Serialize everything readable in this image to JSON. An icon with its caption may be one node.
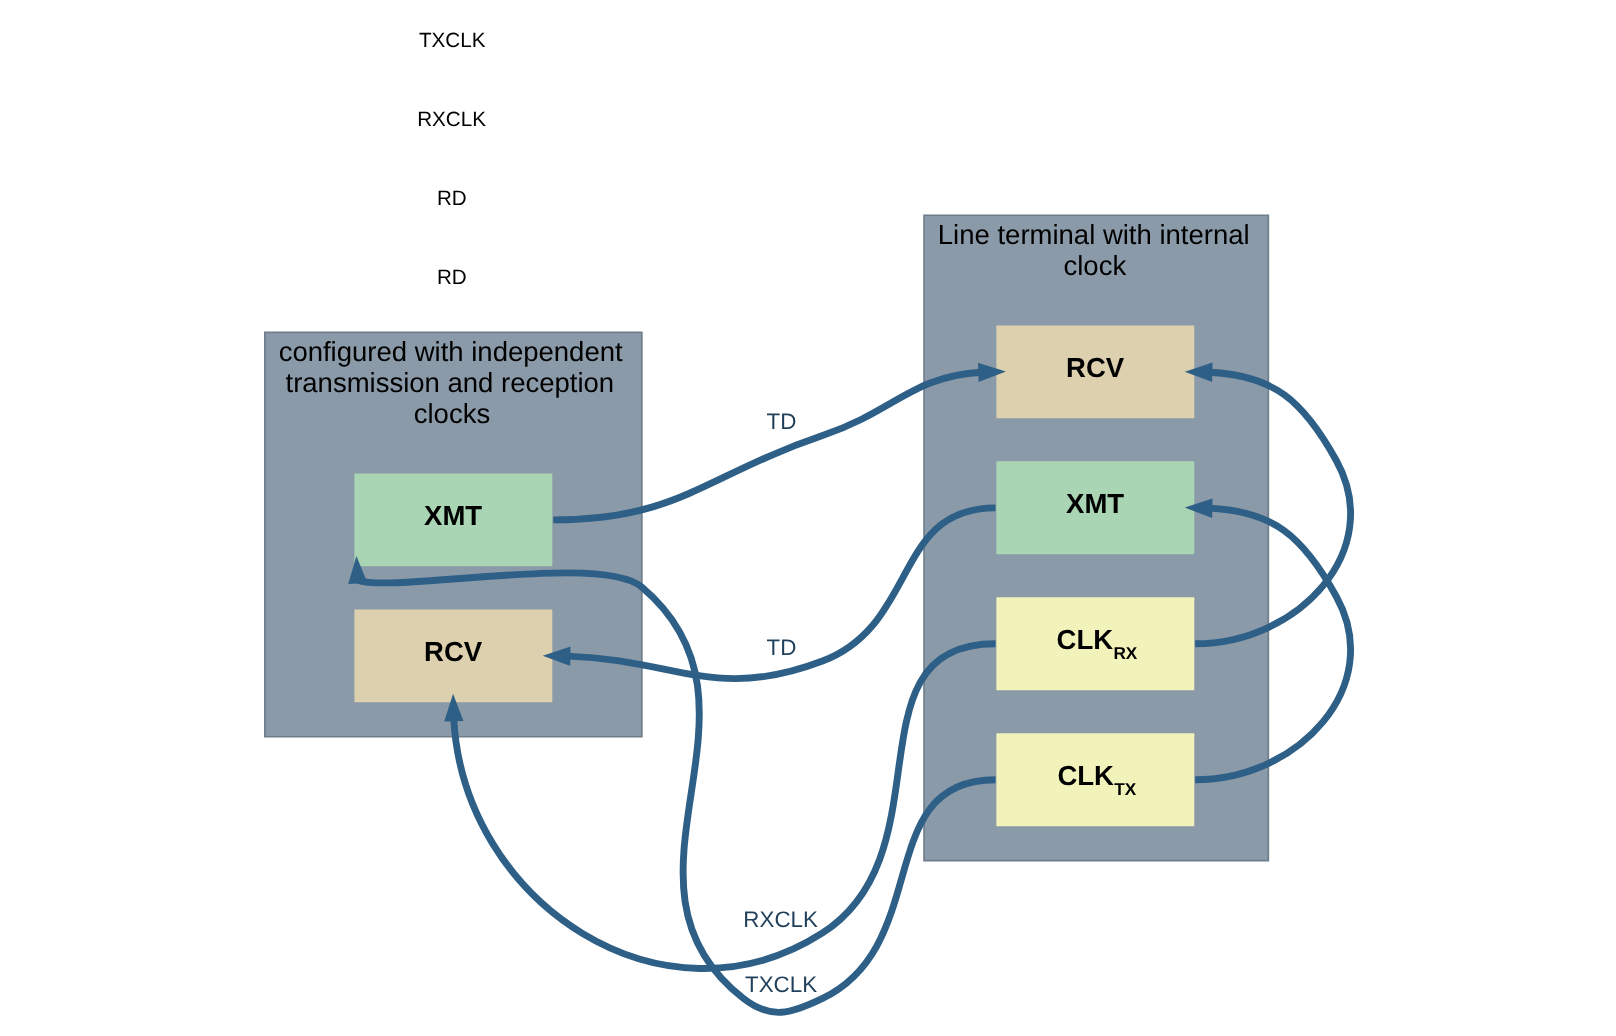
{
  "diagram": {
    "nodes": [
      {
        "text": [
          "configured with independent transmission and reception clocks"
        ]
      },
      {
        "text": [
          "XMT"
        ],
        "in": 0
      },
      {
        "text": [
          "RCV"
        ],
        "in": 0
      },
      {
        "text": [
          "Line terminal with internal clock"
        ]
      },
      {
        "text": [
          "XMT"
        ],
        "in": 3
      },
      {
        "text": [
          "RCV"
        ],
        "in": 3
      },
      {
        "text": [
          "CLK$_{RX}$"
        ],
        "in": 3
      },
      {
        "text": [
          "CLK$_{TX}$"
        ],
        "in": 3
      }
    ],
    "edges": [
      {
        "from": 1,
        "to": 5,
        "arrow": "to",
        "label": "TD"
      },
      {
        "from": 4,
        "to": 2,
        "arrow": "to",
        "label": "TD"
      },
      {
        "from": 6,
        "to": 2,
        "arrow": "to",
        "label": "RXCLK"
      },
      {
        "from": 6,
        "to": 5,
        "arrow": "to"
      },
      {
        "from": 7,
        "to": 1,
        "arrow": "to",
        "label": "TXCLK"
      },
      {
        "from": 7,
        "to": 4,
        "arrow": "to"
      }
    ],
    "labels": [
      "RD",
      "RD",
      "RXCLK",
      "TXCLK"
    ]
  }
}
